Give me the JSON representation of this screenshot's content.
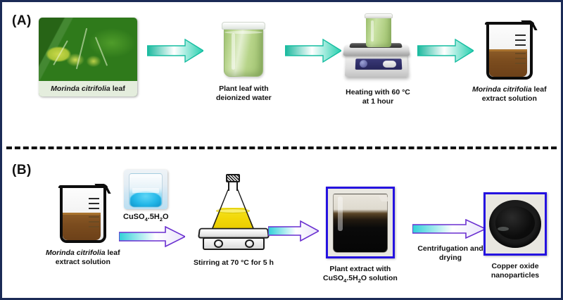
{
  "figure": {
    "border_color": "#1b2a56",
    "divider_style": "dashed"
  },
  "panels": [
    {
      "id": "A",
      "label": "(A)",
      "arrow_color_start": "#0aa88f",
      "arrow_color_end": "#27d3b0",
      "steps": [
        {
          "name": "morinda-leaf-photo",
          "icon": "leaf-photograph",
          "overlay_caption_italic": "Morinda citrifolia",
          "overlay_caption_plain": "leaf"
        },
        {
          "name": "green-beaker",
          "icon": "beaker-green-liquid",
          "caption_line1": "Plant leaf with",
          "caption_line2": "deionized water"
        },
        {
          "name": "hotplate-heating",
          "icon": "hotplate-with-beaker",
          "caption_line1": "Heating with 60 °C",
          "caption_line2": "at 1 hour"
        },
        {
          "name": "extract-beaker",
          "icon": "beaker-brown-liquid",
          "caption_line1_italic": "Morinda citrifolia",
          "caption_line1_plain": "leaf",
          "caption_line2": "extract solution"
        }
      ]
    },
    {
      "id": "B",
      "label": "(B)",
      "arrow_outline_color": "#6a2fd0",
      "arrow_fill_start": "#2fd0d8",
      "arrow_fill_end": "#ffffff",
      "steps": [
        {
          "name": "extract-beaker-b",
          "icon": "beaker-brown-liquid",
          "caption_line1_italic": "Morinda citrifolia",
          "caption_line1_plain": "leaf",
          "caption_line2": "extract solution"
        },
        {
          "name": "copper-sulfate-reagent",
          "icon": "beaker-blue-crystal-photo",
          "label_formula": "CuSO",
          "label_sub1": "4",
          "label_mid": ".5H",
          "label_sub2": "2",
          "label_end": "O"
        },
        {
          "name": "magnetic-stirrer-flask",
          "icon": "erlenmeyer-flask-on-stirrer",
          "caption_line1": "Stirring at 70 °C for 5 h"
        },
        {
          "name": "plant-extract-cuso4-photo",
          "icon": "beaker-dark-solution-photo",
          "caption_line1": "Plant extract with",
          "caption_line2_a": "CuSO",
          "caption_line2_sub1": "4",
          "caption_line2_b": ".5H",
          "caption_line2_sub2": "2",
          "caption_line2_c": "O solution"
        },
        {
          "name": "copper-oxide-nanoparticles-photo",
          "icon": "petri-dish-black-powder-photo",
          "caption_line1": "Copper oxide",
          "caption_line2": "nanoparticles"
        }
      ],
      "process_arrow_label_line1": "Centrifugation and",
      "process_arrow_label_line2": "drying"
    }
  ]
}
